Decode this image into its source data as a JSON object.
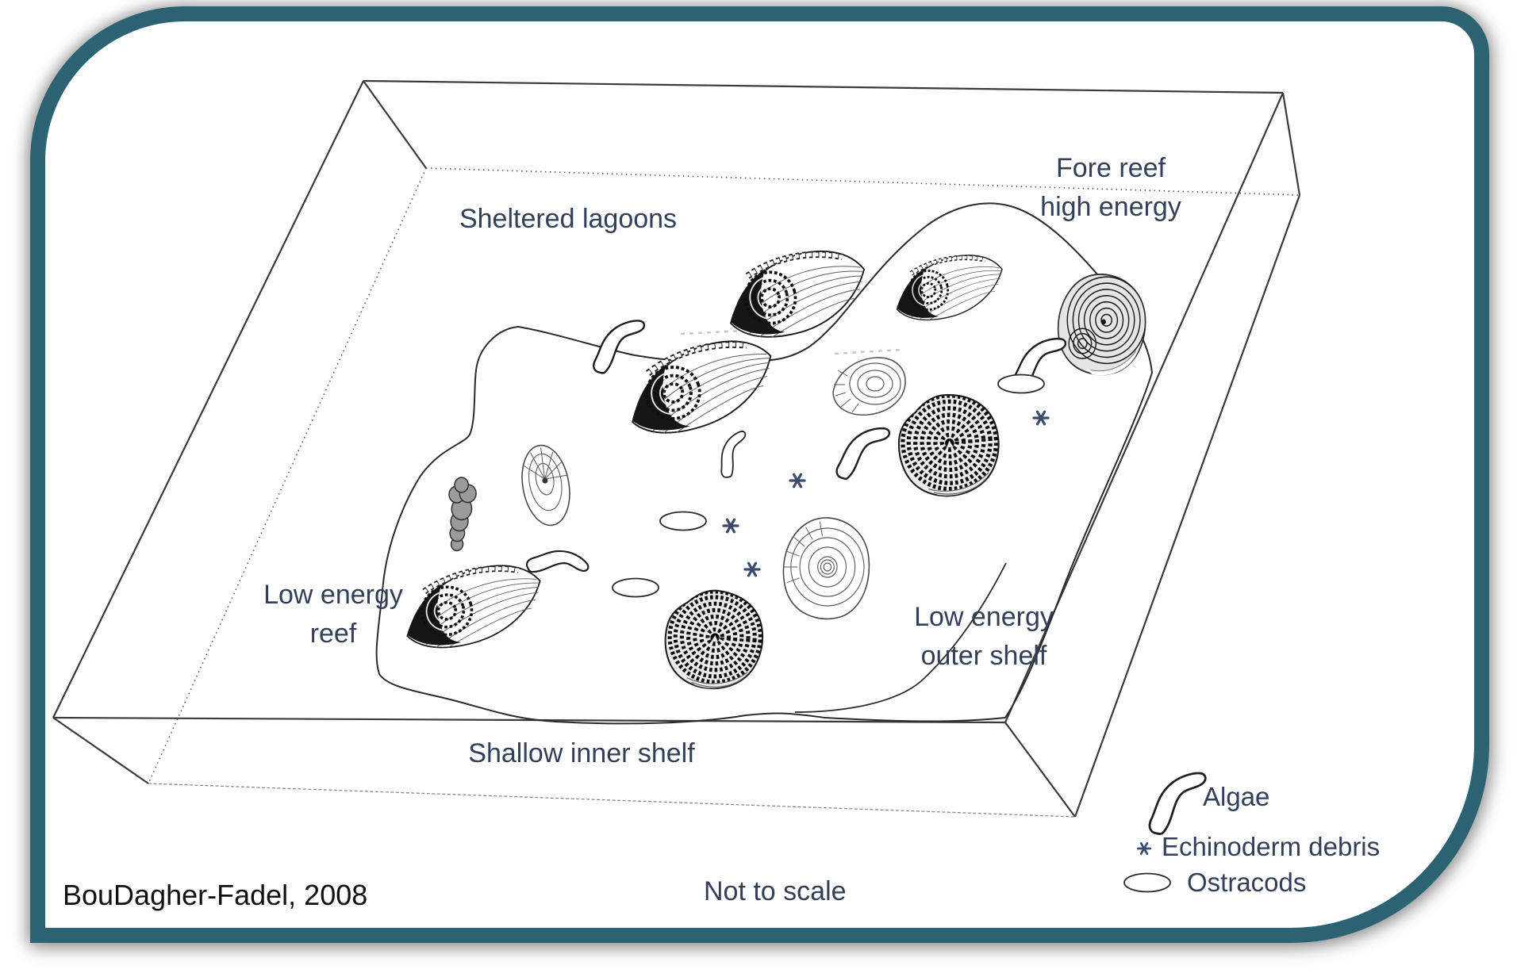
{
  "figure": {
    "caption_source": "BouDagher-Fadel, 2008",
    "scale_note": "Not to scale"
  },
  "environments": {
    "sheltered_lagoons": "Sheltered lagoons",
    "fore_reef_line1": "Fore reef",
    "fore_reef_line2": "high energy",
    "low_energy_reef_line1": "Low energy",
    "low_energy_reef_line2": "reef",
    "low_energy_outer_shelf_line1": "Low energy",
    "low_energy_outer_shelf_line2": "outer shelf",
    "shallow_inner_shelf": "Shallow inner shelf"
  },
  "legend": {
    "items": [
      {
        "symbol": "algae-outline-icon",
        "label": "Algae"
      },
      {
        "symbol": "echinoderm-asterisk-icon",
        "label": "Echinoderm debris"
      },
      {
        "symbol": "ostracod-ellipse-icon",
        "label": "Ostracods"
      }
    ]
  },
  "colors": {
    "frame_teal": "#2b6373",
    "label_text": "#323f58",
    "citation_text": "#101010",
    "line_art": "#2c2c2c",
    "asterisk_navy": "#3b4a6e"
  }
}
